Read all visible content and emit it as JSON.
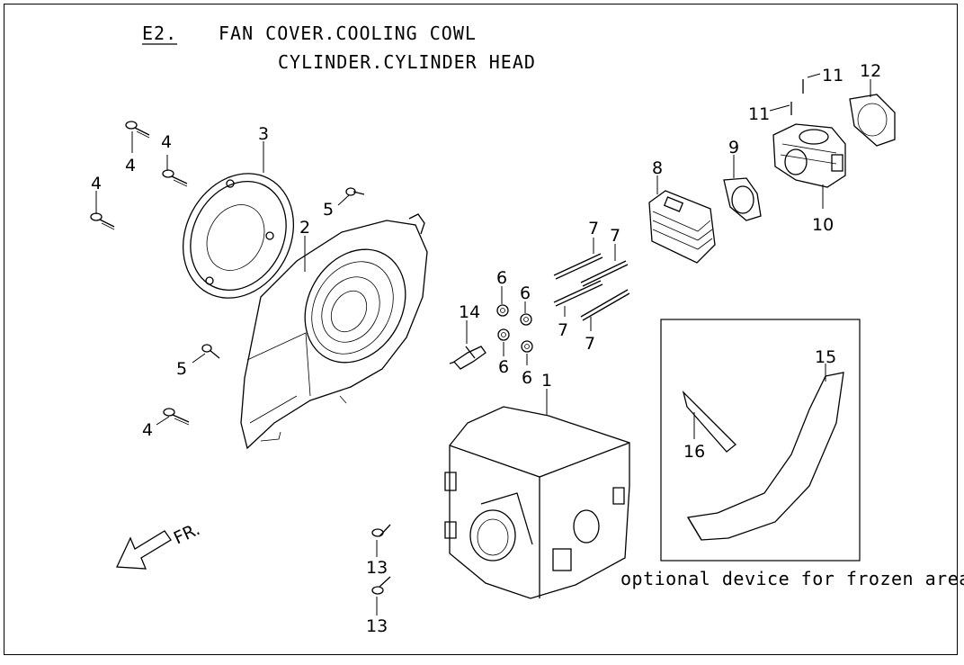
{
  "title": {
    "code": "E2.",
    "line1": "FAN COVER.COOLING COWL",
    "line2": "CYLINDER.CYLINDER HEAD"
  },
  "note": "optional device for frozen area",
  "direction_label": "FR.",
  "callouts": {
    "c1": "1",
    "c2": "2",
    "c3": "3",
    "c4a": "4",
    "c4b": "4",
    "c4c": "4",
    "c4d": "4",
    "c5a": "5",
    "c5b": "5",
    "c6a": "6",
    "c6b": "6",
    "c6c": "6",
    "c6d": "6",
    "c7a": "7",
    "c7b": "7",
    "c7c": "7",
    "c7d": "7",
    "c8": "8",
    "c9": "9",
    "c10": "10",
    "c11a": "11",
    "c11b": "11",
    "c12": "12",
    "c13a": "13",
    "c13b": "13",
    "c14": "14",
    "c15": "15",
    "c16": "16"
  }
}
